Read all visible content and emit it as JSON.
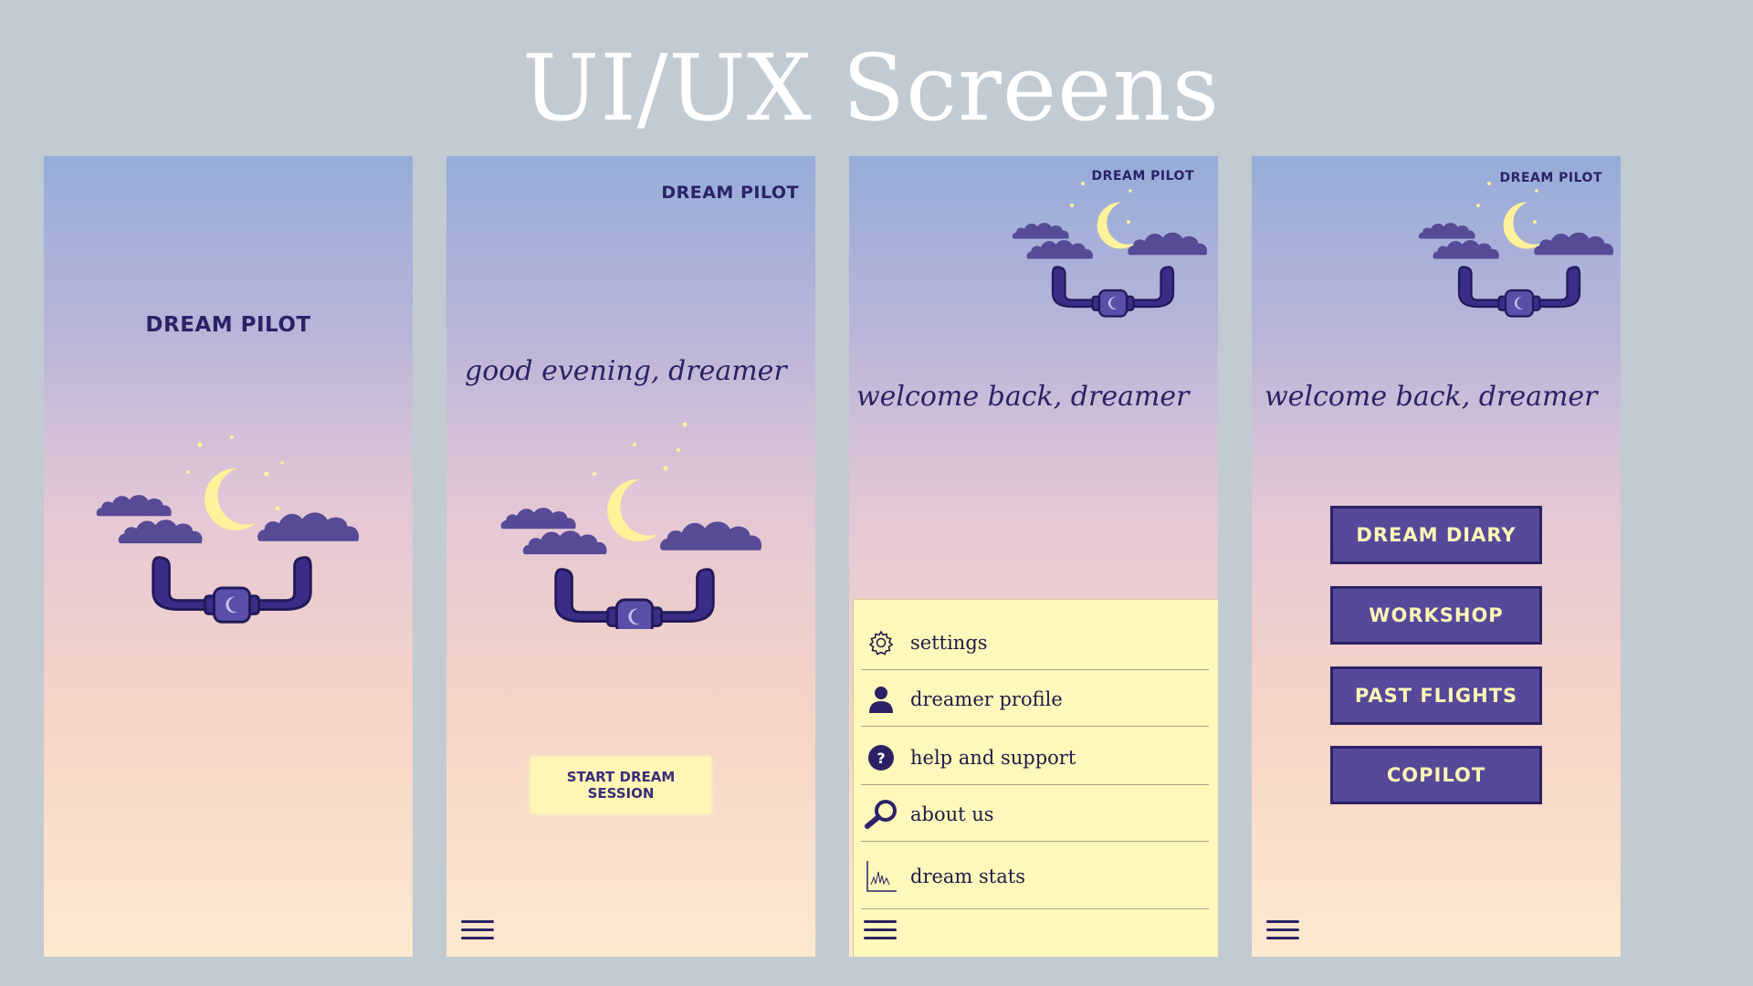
{
  "page": {
    "title": "UI/UX Screens"
  },
  "app": {
    "brand": "DREAM PILOT",
    "colors": {
      "primary": "#2b2266",
      "accent": "#56499a",
      "moon": "#fff29a",
      "button_fill": "#fff6b6"
    }
  },
  "screen1": {
    "brand": "DREAM PILOT"
  },
  "screen2": {
    "brand": "DREAM PILOT",
    "greeting": "good evening, dreamer",
    "start_button": "START DREAM SESSION",
    "menu_icon": "hamburger-icon"
  },
  "screen3": {
    "brand": "DREAM PILOT",
    "greeting": "welcome back, dreamer",
    "menu": [
      {
        "label": "settings",
        "icon": "gear-icon"
      },
      {
        "label": "dreamer profile",
        "icon": "user-icon"
      },
      {
        "label": "help and support",
        "icon": "help-icon"
      },
      {
        "label": "about us",
        "icon": "search-icon"
      },
      {
        "label": "dream stats",
        "icon": "chart-icon"
      }
    ],
    "menu_icon": "hamburger-icon"
  },
  "screen4": {
    "brand": "DREAM PILOT",
    "greeting": "welcome back, dreamer",
    "buttons": [
      "DREAM DIARY",
      "WORKSHOP",
      "PAST FLIGHTS",
      "COPILOT"
    ],
    "menu_icon": "hamburger-icon"
  }
}
